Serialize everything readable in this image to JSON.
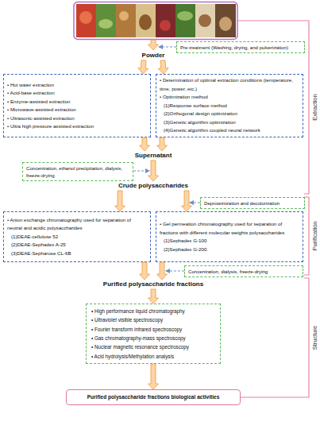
{
  "diagram": {
    "nodes": [
      {
        "text": [
          "Pre-treatment (Washing, drying, and pulverization)"
        ]
      },
      {
        "text": [
          "Powder"
        ]
      },
      {
        "text": [
          "• Hot water extraction",
          "• Acid-base extraction",
          "• Enzyme-assisted extraction",
          "• Microwave-assisted extraction",
          "• Ultrasonic-assisted extraction",
          "• Ultra high pressure assisted extraction"
        ]
      },
      {
        "text": [
          "• Determination of optimal extraction conditions (temperature, time, power, etc.)",
          "• Optimization method",
          "(1)Response surface method",
          "(2)Orthogonal design optimization",
          "(3)Genetic algorithm optimization",
          "(4)Genetic algorithm coupled neural network"
        ]
      },
      {
        "text": [
          "Supernatant"
        ]
      },
      {
        "text": [
          "Concentration, ethanol precipitation, dialysis, freeze-drying"
        ]
      },
      {
        "text": [
          "Crude polysaccharides"
        ]
      },
      {
        "text": [
          "Deproteinization and decolorization"
        ]
      },
      {
        "text": [
          "• Anion exchange chromatography used for separation of neutral and acidic polysaccharides",
          "(1)DEAE-cellulose 52",
          "(2)DEAE-Sephadex A-25",
          "(3)DEAE-Sepharose CL-6B"
        ]
      },
      {
        "text": [
          "• Gel permeation chromatography used for separation of fractions with different molecular weights polysaccharides",
          "(1)Sephadex G-100",
          "(2)Sephadex G-200"
        ]
      },
      {
        "text": [
          "Concentration, dialysis, freeze-drying"
        ]
      },
      {
        "text": [
          "Purified polysaccharide fractions"
        ]
      },
      {
        "text": [
          "• High performance liquid chromatography",
          "• Ultraviolet visible spectroscopy",
          "• Fourier transform infrared spectroscopy",
          "• Gas chromatography-mass spectroscopy",
          "• Nuclear magnetic resonance spectroscopy",
          "• Acid hydrolysis/Methylation analysis"
        ]
      },
      {
        "text": [
          "Purified polysaccharide fractions biological activities"
        ]
      }
    ],
    "edges": [
      {
        "from": 1,
        "to": 2,
        "arrow": "to"
      },
      {
        "from": 1,
        "to": 3,
        "arrow": "to"
      },
      {
        "from": 2,
        "to": 4,
        "arrow": "to"
      },
      {
        "from": 3,
        "to": 4,
        "arrow": "to"
      },
      {
        "from": 4,
        "to": 6,
        "arrow": "to"
      },
      {
        "from": 6,
        "to": 8,
        "arrow": "to"
      },
      {
        "from": 6,
        "to": 9,
        "arrow": "to"
      },
      {
        "from": 8,
        "to": 11,
        "arrow": "to"
      },
      {
        "from": 9,
        "to": 11,
        "arrow": "to"
      },
      {
        "from": 11,
        "to": 12,
        "arrow": "to"
      },
      {
        "from": 12,
        "to": 13,
        "arrow": "to"
      }
    ],
    "labels": [
      "Extraction",
      "Purification",
      "Structure"
    ]
  }
}
